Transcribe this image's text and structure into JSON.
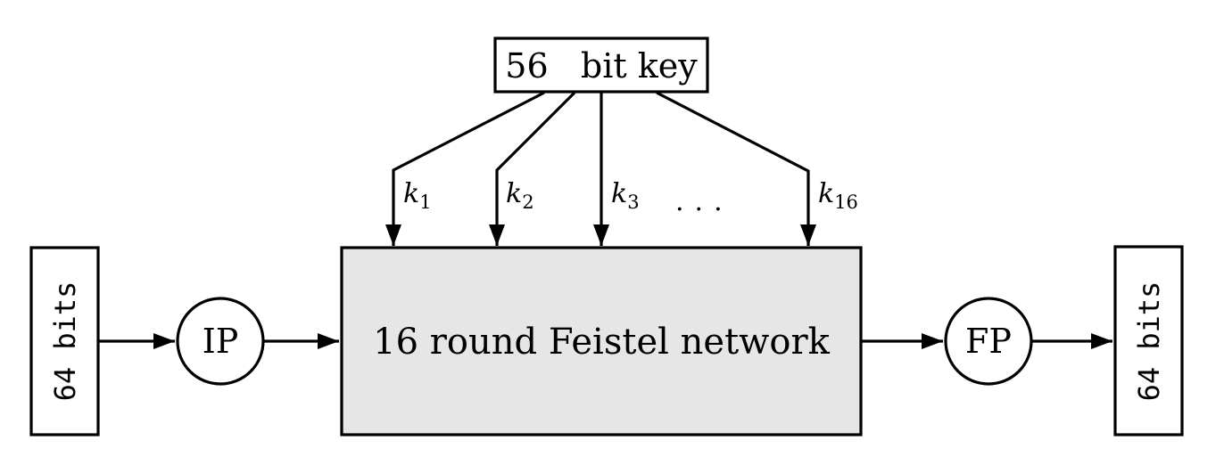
{
  "diagram": {
    "key_box": {
      "label": "56   bit key"
    },
    "subkeys": [
      {
        "base": "k",
        "sub": "1"
      },
      {
        "base": "k",
        "sub": "2"
      },
      {
        "base": "k",
        "sub": "3"
      },
      {
        "base": "k",
        "sub": "16"
      }
    ],
    "ellipsis": "...",
    "feistel_box": {
      "label": "16 round Feistel network",
      "fill": "#e6e6e6"
    },
    "ip_node": {
      "label": "IP"
    },
    "fp_node": {
      "label": "FP"
    },
    "input_box": {
      "label": "64 bits"
    },
    "output_box": {
      "label": "64 bits"
    },
    "colors": {
      "stroke": "#000000",
      "background": "#ffffff",
      "feistel_fill": "#e6e6e6"
    }
  }
}
